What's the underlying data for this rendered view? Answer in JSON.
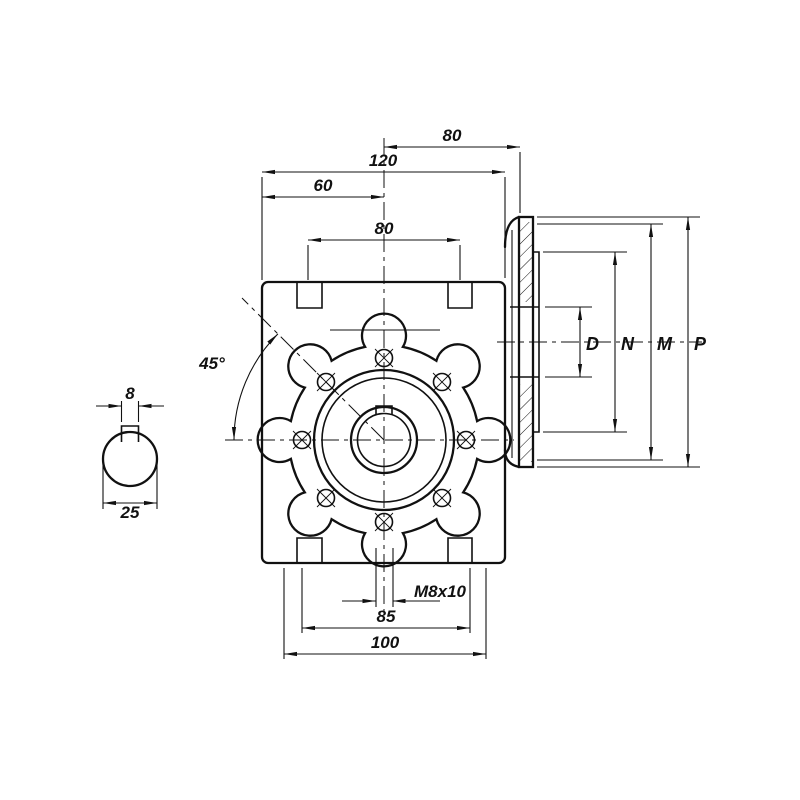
{
  "drawing": {
    "kind": "worm-gearbox-dimension-drawing",
    "dims": {
      "input_face_offset": "80",
      "overall_width": "120",
      "center_to_left": "60",
      "top_hole_spacing": "80",
      "tilt_angle": "45°",
      "key_width": "8",
      "shaft_dia": "25",
      "tap_hole": "M8x10",
      "bottom_hole_spacing": "85",
      "flange_dia": "100",
      "dim_d": "D",
      "dim_n": "N",
      "dim_m": "M",
      "dim_p": "P"
    },
    "colors": {
      "ink": "#111111",
      "paper": "#ffffff"
    }
  }
}
